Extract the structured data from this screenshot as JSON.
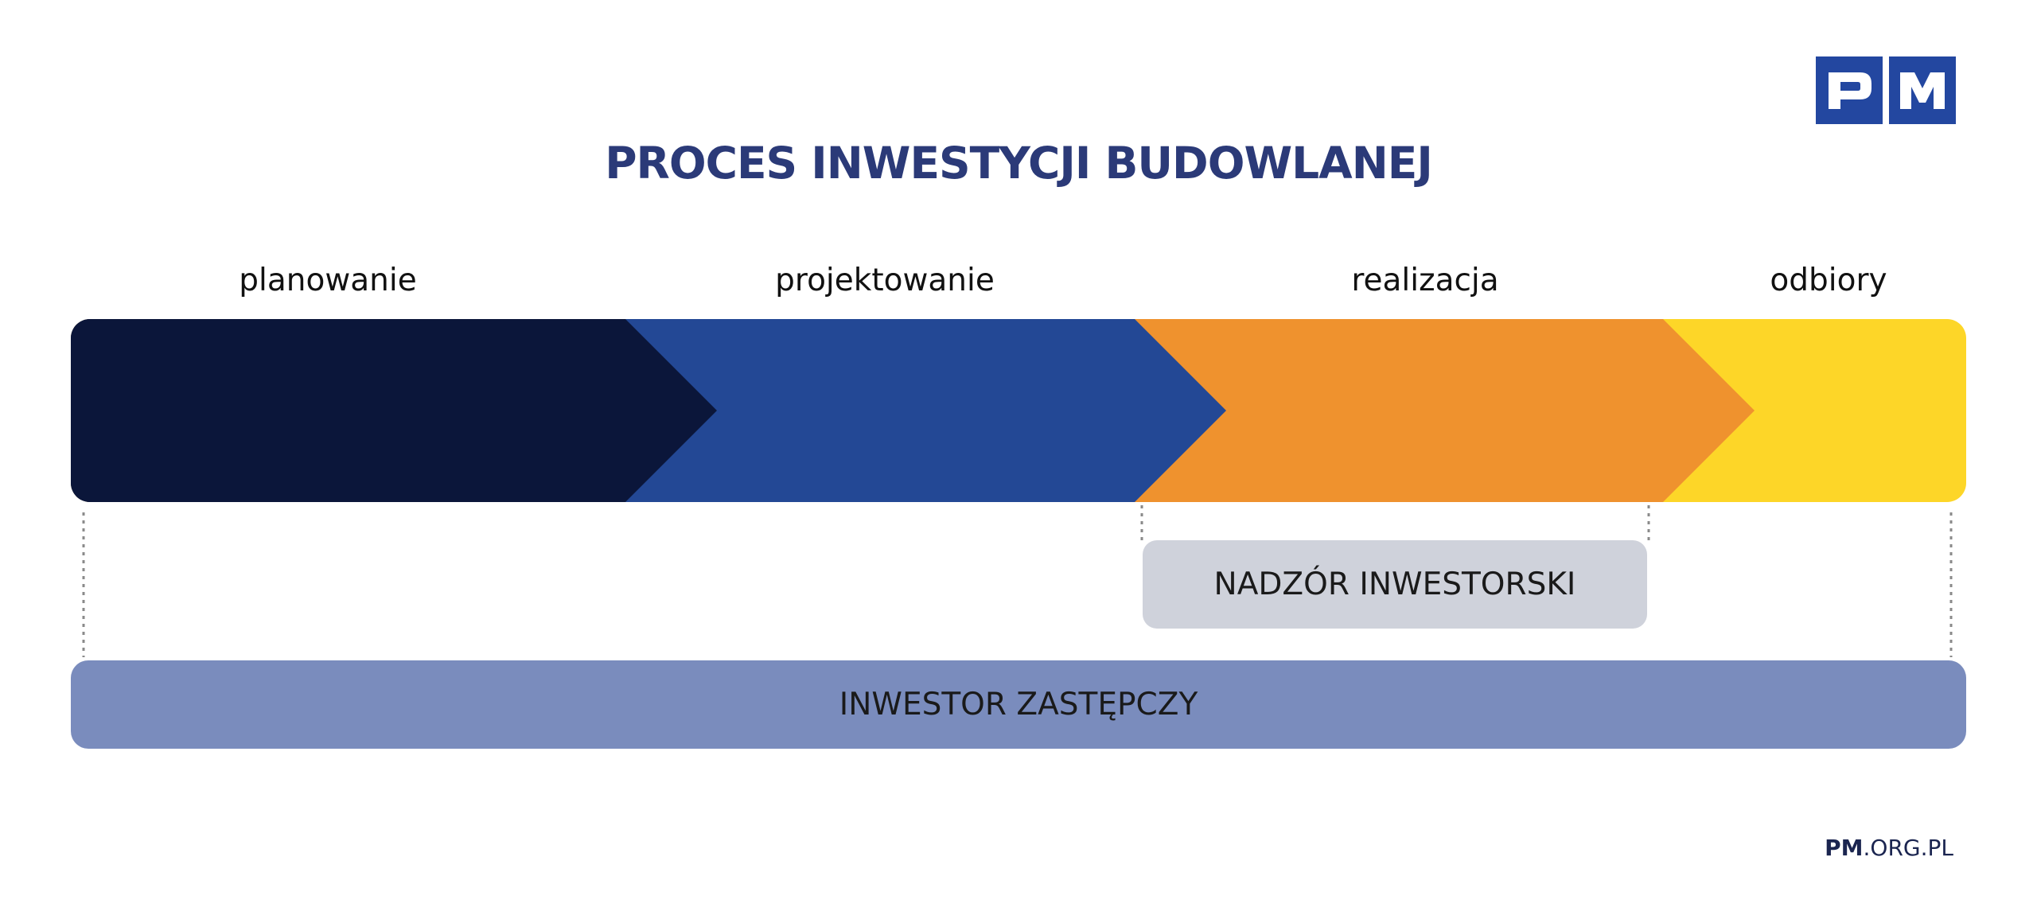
{
  "logo": {
    "letters": [
      "P",
      "M"
    ],
    "color": "#2347a0"
  },
  "title": "PROCES INWESTYCJI BUDOWLANEJ",
  "phases": [
    {
      "label": "planowanie",
      "color": "#0b163a"
    },
    {
      "label": "projektowanie",
      "color": "#234895"
    },
    {
      "label": "realizacja",
      "color": "#ef922e"
    },
    {
      "label": "odbiory",
      "color": "#fdd628"
    }
  ],
  "boxes": {
    "nadzor": {
      "label": "NADZÓR INWESTORSKI",
      "color": "#cfd2db"
    },
    "inwestor": {
      "label": "INWESTOR ZASTĘPCZY",
      "color": "#7a8cbd"
    }
  },
  "footer": {
    "bold": "PM",
    "rest": ".ORG.PL"
  }
}
